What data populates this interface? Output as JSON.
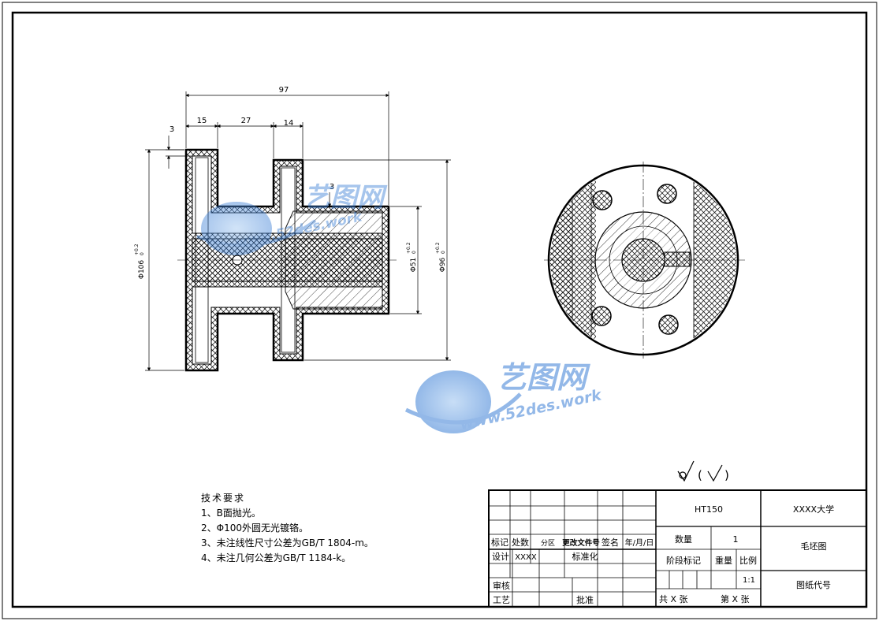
{
  "dimensions": {
    "overall_length": "97",
    "flange_width": "15",
    "gap_width": "27",
    "hub_width": "14",
    "chamfer_top": "3",
    "chamfer_mid": "3",
    "dia_flange": "Φ106",
    "dia_flange_tol_upper": "+0.2",
    "dia_flange_tol_lower": "0",
    "dia_bore": "Φ51",
    "dia_bore_tol_upper": "+0.2",
    "dia_bore_tol_lower": "0",
    "dia_hub": "Φ96",
    "dia_hub_tol_upper": "+0.2",
    "dia_hub_tol_lower": "0"
  },
  "roughness": {
    "paren_open": "(",
    "paren_close": ")"
  },
  "tech_requirements": {
    "title": "技术要求",
    "items": [
      "1、B面抛光。",
      "2、Φ100外圆无光镀铬。",
      "3、未注线性尺寸公差为GB/T 1804-m。",
      "4、未注几何公差为GB/T 1184-k。"
    ]
  },
  "title_block": {
    "material": "HT150",
    "school": "XXXX大学",
    "qty_label": "数量",
    "qty_value": "1",
    "part_name": "毛坯图",
    "stage_label": "阶段标记",
    "weight_label": "重量",
    "scale_label": "比例",
    "scale_value": "1:1",
    "drawing_no_label": "图纸代号",
    "total_sheets": "共 X 张",
    "sheet_no": "第 X 张",
    "col_mark": "标记",
    "col_count": "处数",
    "col_zone": "分区",
    "col_change_doc": "更改文件号",
    "col_sign": "签名",
    "col_date": "年/月/日",
    "design_label": "设计",
    "design_value": "XXXX",
    "standard_label": "标准化",
    "review_label": "审核",
    "process_label": "工艺",
    "approve_label": "批准"
  },
  "watermark": {
    "text_cn": "艺图网",
    "text_url": "www.52des.work"
  },
  "colors": {
    "line": "#000000",
    "watermark_blue": "#3b7fd6"
  }
}
